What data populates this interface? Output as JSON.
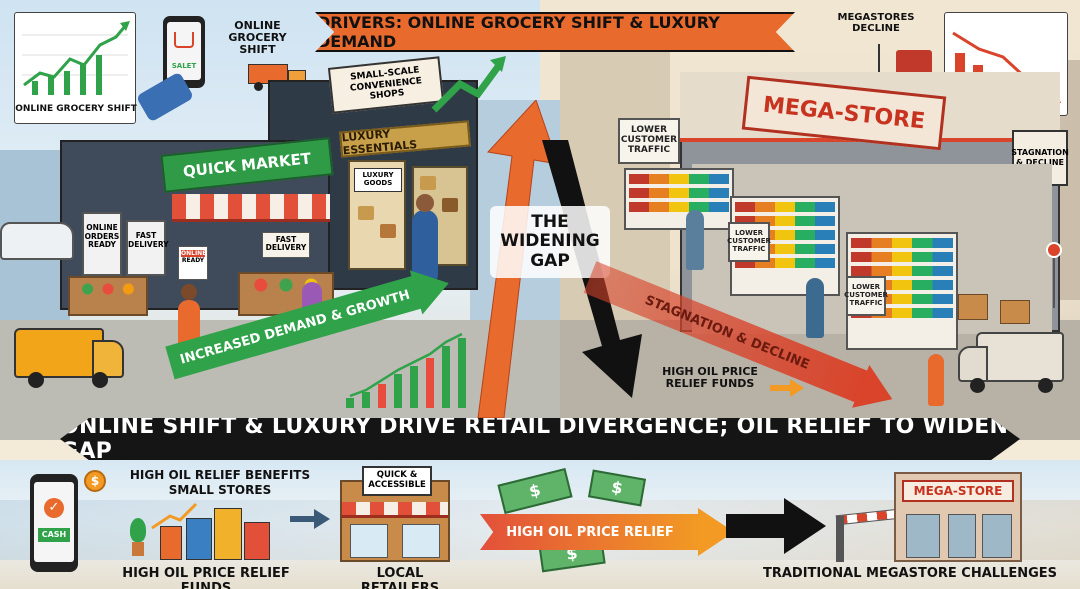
{
  "top_banner": {
    "title": "DRIVERS: ONLINE GROCERY SHIFT & LUXURY DEMAND"
  },
  "left_panel": {
    "chart_card_label": "ONLINE GROCERY SHIFT",
    "phone_caption": "ONLINE GROCERY SHIFT",
    "phone_screen_text": "SALET",
    "quick_market_sign": "QUICK MARKET",
    "small_shops_sign": "SMALL-SCALE CONVENIENCE SHOPS",
    "luxury_sign": "LUXURY ESSENTIALS",
    "luxury_goods_label": "LUXURY GOODS",
    "window_online_orders": "ONLINE ORDERS READY",
    "window_fast_delivery": "FAST DELIVERY",
    "awning_poster": "FAST DELIVERY",
    "poster_online": "ONLINE",
    "poster_ready": "READY",
    "growth_arrow_label": "INCREASED DEMAND & GROWTH"
  },
  "center": {
    "gap_label": "THE WIDENING GAP"
  },
  "right_panel": {
    "megastores_decline": "MEGASTORES DECLINE",
    "megastore_sign": "MEGA-STORE",
    "stagnation_sign": "STAGNATION & DECLINE",
    "lower_traffic_1": "LOWER CUSTOMER TRAFFIC",
    "lower_traffic_2": "LOWER CUSTOMER TRAFFIC",
    "lower_traffic_3": "LOWER CUSTOMER TRAFFIC",
    "decline_arrow_label": "STAGNATION & DECLINE",
    "relief_funds_label": "HIGH OIL PRICE RELIEF FUNDS"
  },
  "main_banner": {
    "title": "ONLINE SHIFT & LUXURY DRIVE RETAIL DIVERGENCE; OIL RELIEF TO WIDEN GAP"
  },
  "bottom": {
    "relief_benefits": "HIGH OIL RELIEF BENEFITS SMALL STORES",
    "phone_cash": "CASH",
    "relief_funds_caption": "HIGH OIL PRICE RELIEF FUNDS",
    "quick_accessible_sign": "QUICK & ACCESSIBLE",
    "local_retailers_caption": "LOCAL RETAILERS",
    "relief_arrow_label": "HIGH OIL PRICE RELIEF",
    "megastore_sign": "MEGA-STORE",
    "megastore_challenges_caption": "TRADITIONAL MEGASTORE CHALLENGES"
  },
  "colors": {
    "growth_green": "#2fa24a",
    "decline_red": "#d9442b",
    "accent_orange": "#e96a2d",
    "banner_dark": "#151515"
  }
}
